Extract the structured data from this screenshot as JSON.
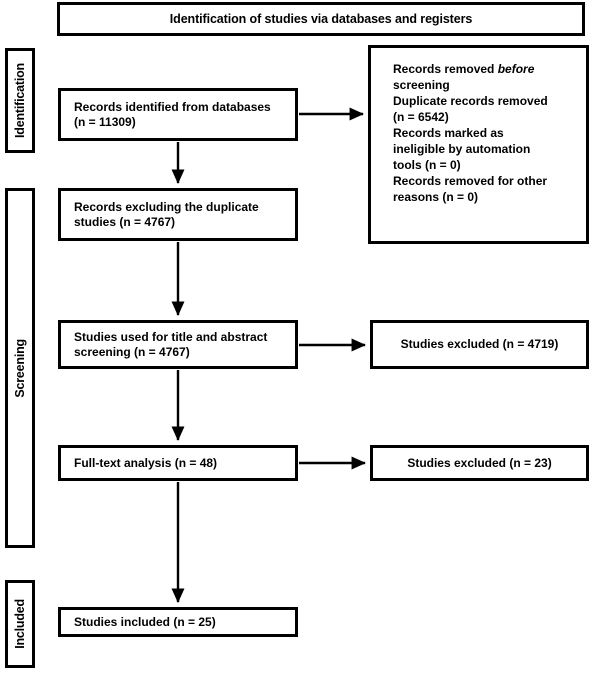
{
  "header": {
    "title": "Identification of studies via databases and registers"
  },
  "stages": [
    {
      "id": "identification",
      "label": "Identification"
    },
    {
      "id": "screening",
      "label": "Screening"
    },
    {
      "id": "included",
      "label": "Included"
    }
  ],
  "flow": {
    "identified": {
      "line1": "Records identified from databases",
      "line2": "(n = 11309)"
    },
    "dedup": {
      "line1": "Records excluding the duplicate",
      "line2": "studies (n = 4767)"
    },
    "title_abstract": {
      "line1": "Studies used for title and abstract",
      "line2": "screening (n = 4767)"
    },
    "fulltext": {
      "line1": "Full-text analysis (n = 48)"
    },
    "included": {
      "line1": "Studies included (n = 25)"
    }
  },
  "removed_before_screening": {
    "heading_plain": "Records removed ",
    "heading_italic": "before",
    "heading_line2": "screening",
    "duplicate_line1": "Duplicate records removed",
    "duplicate_line2": "(n = 6542)",
    "automation_line1": "Records marked as",
    "automation_line2": "ineligible by automation",
    "automation_line3": "tools (n = 0)",
    "other_line1": "Records removed for other",
    "other_line2": "reasons (n = 0)"
  },
  "excluded": {
    "screening": "Studies excluded  (n = 4719)",
    "fulltext": "Studies excluded (n = 23)"
  },
  "colors": {
    "stroke": "#000000",
    "background": "#ffffff",
    "text": "#000000"
  }
}
